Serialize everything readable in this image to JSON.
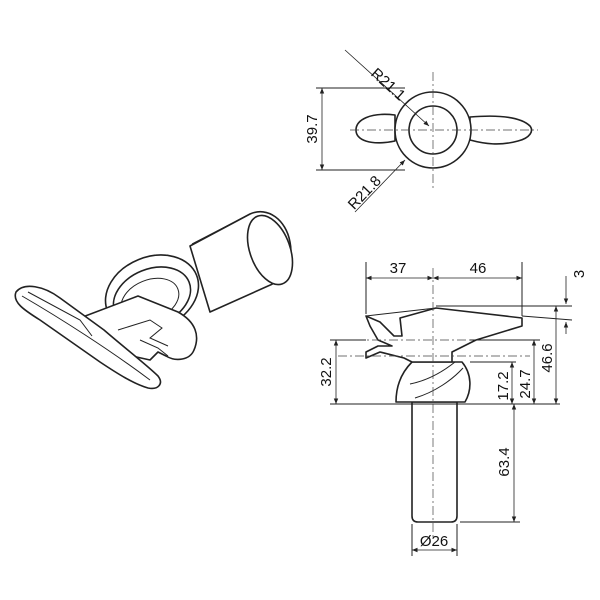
{
  "top_view": {
    "radius_upper": "R21.1",
    "height": "39.7",
    "radius_lower": "R21.8"
  },
  "front_view": {
    "width_left": "37",
    "width_right": "46",
    "top_offset": "3",
    "height_left": "32.2",
    "height_a": "17.2",
    "height_b": "24.7",
    "height_total": "46.6",
    "shaft_length": "63.4",
    "shaft_diameter": "Ø26"
  }
}
